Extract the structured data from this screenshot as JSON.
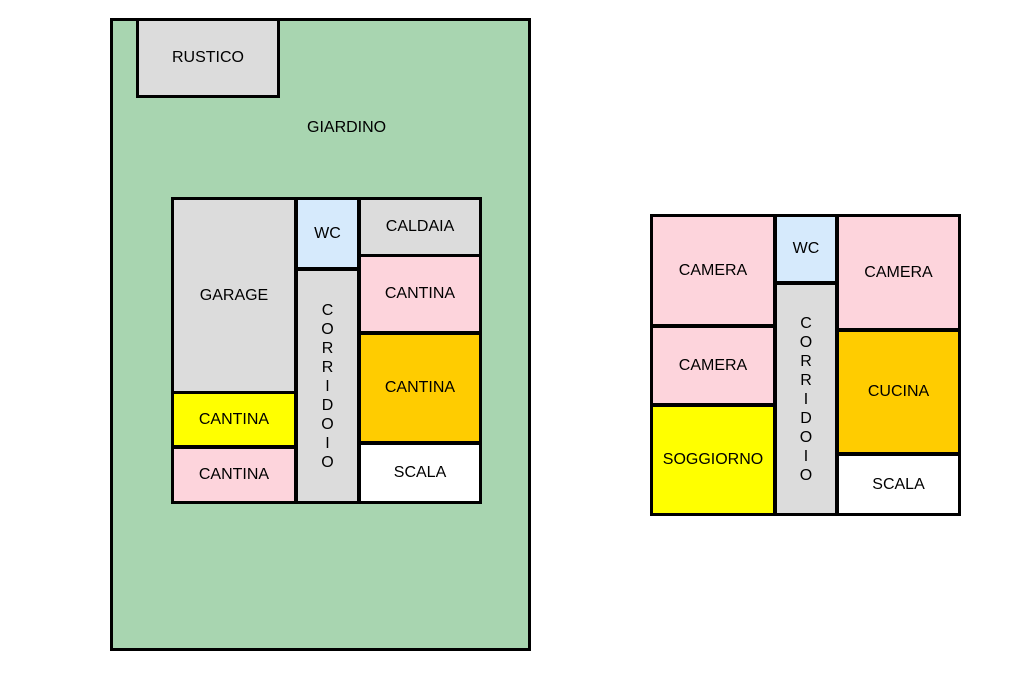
{
  "colors": {
    "garden": "#a8d5b0",
    "service": "#dcdcdc",
    "wc": "#d6eafc",
    "room": "#fdd4dc",
    "living": "#ffff00",
    "kitchen": "#ffcc00",
    "stairs": "#ffffff"
  },
  "ground_floor": {
    "garden": "GIARDINO",
    "rustico": "RUSTICO",
    "garage": "GARAGE",
    "wc": "WC",
    "corridor": "CORRIDOIO",
    "caldaia": "CALDAIA",
    "cantina_1": "CANTINA",
    "cantina_2": "CANTINA",
    "cantina_3": "CANTINA",
    "cantina_4": "CANTINA",
    "scala": "SCALA"
  },
  "first_floor": {
    "camera_1": "CAMERA",
    "camera_2": "CAMERA",
    "camera_3": "CAMERA",
    "soggiorno": "SOGGIORNO",
    "wc": "WC",
    "corridor": "CORRIDOIO",
    "cucina": "CUCINA",
    "scala": "SCALA"
  }
}
